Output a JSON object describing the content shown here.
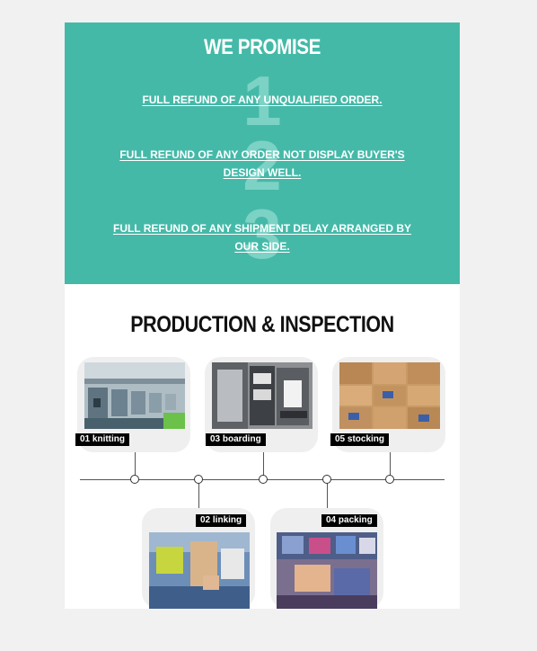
{
  "promise": {
    "title": "WE PROMISE",
    "items": [
      {
        "num": "1",
        "text": "FULL REFUND OF ANY UNQUALIFIED ORDER."
      },
      {
        "num": "2",
        "text": "FULL REFUND OF ANY ORDER NOT DISPLAY BUYER'S DESIGN WELL."
      },
      {
        "num": "3",
        "text": "FULL REFUND OF ANY SHIPMENT DELAY ARRANGED BY OUR SIDE."
      }
    ]
  },
  "production": {
    "title": "PRODUCTION & INSPECTION",
    "steps": [
      {
        "label": "01 knitting"
      },
      {
        "label": "02 linking"
      },
      {
        "label": "03 boarding"
      },
      {
        "label": "04 packing"
      },
      {
        "label": "05 stocking"
      }
    ]
  },
  "colors": {
    "accent": "#45b9a8",
    "page_bg": "#f1f1f1",
    "tag_bg": "#000000"
  }
}
